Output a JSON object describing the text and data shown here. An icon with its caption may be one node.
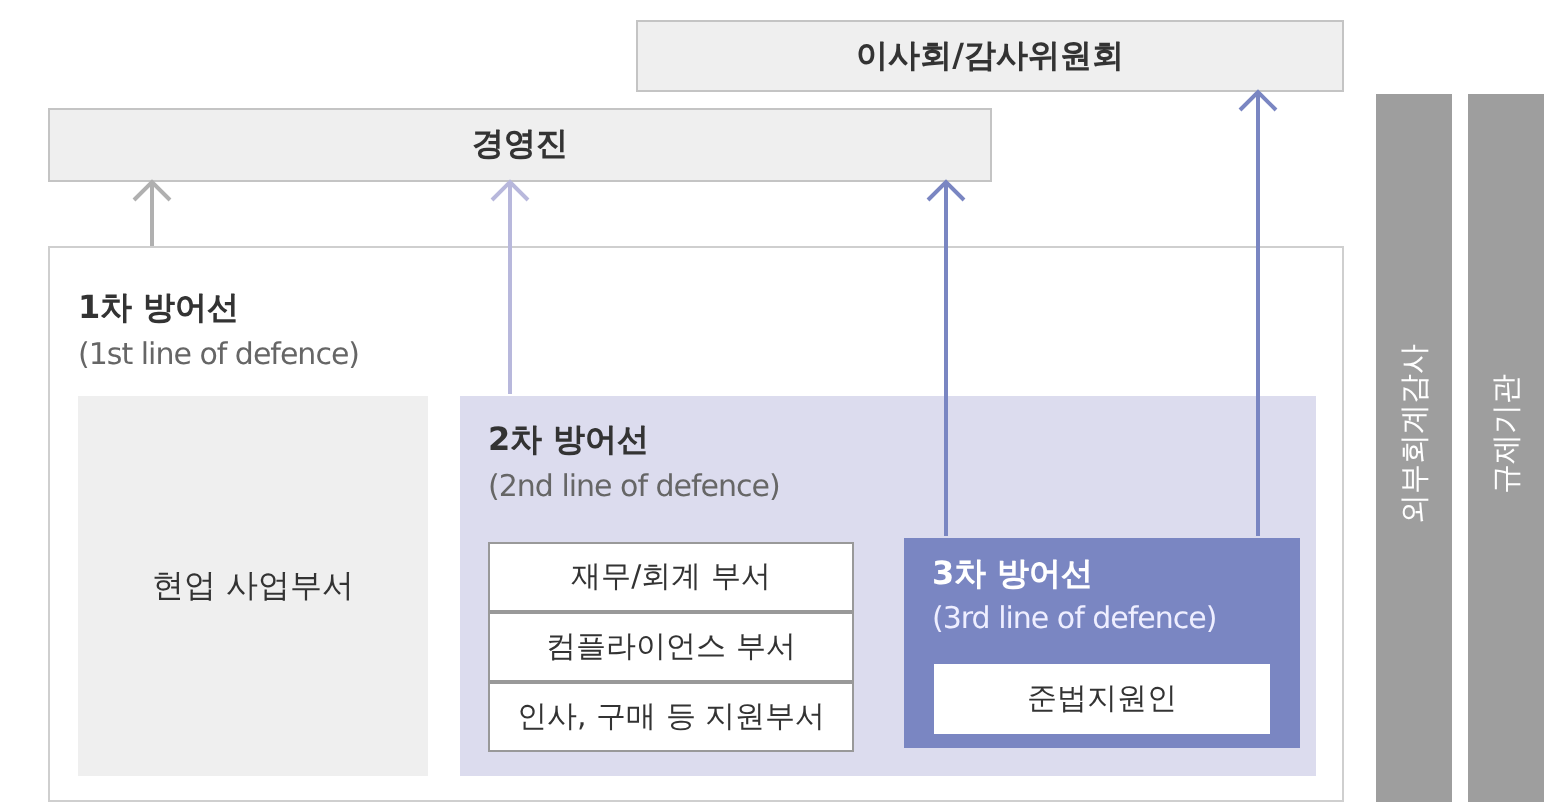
{
  "diagram": {
    "nodes": [
      {
        "text": [
          "이사회/감사위원회"
        ]
      },
      {
        "text": [
          "경영진"
        ]
      },
      {
        "text": [
          "1차 방어선",
          "(1st line of defence)"
        ]
      },
      {
        "text": [
          "현업 사업부서"
        ],
        "in": 2
      },
      {
        "text": [
          "2차 방어선",
          "(2nd line of defence)"
        ],
        "in": 2
      },
      {
        "text": [
          "재무/회계 부서"
        ],
        "in": 4
      },
      {
        "text": [
          "컴플라이언스 부서"
        ],
        "in": 4
      },
      {
        "text": [
          "인사, 구매 등 지원부서"
        ],
        "in": 4
      },
      {
        "text": [
          "3차 방어선",
          "(3rd line of defence)"
        ],
        "in": 4
      },
      {
        "text": [
          "준법지원인"
        ],
        "in": 8
      },
      {
        "text": [
          "외부회계감사"
        ]
      },
      {
        "text": [
          "규제기관"
        ]
      }
    ],
    "edges": [
      {
        "from": 2,
        "to": 1,
        "arrow": "to",
        "color": "#b0b0b0"
      },
      {
        "from": 4,
        "to": 1,
        "arrow": "to",
        "color": "#b8b8dc"
      },
      {
        "from": 8,
        "to": 1,
        "arrow": "to"
      },
      {
        "from": 8,
        "to": 0,
        "arrow": "to"
      }
    ]
  }
}
